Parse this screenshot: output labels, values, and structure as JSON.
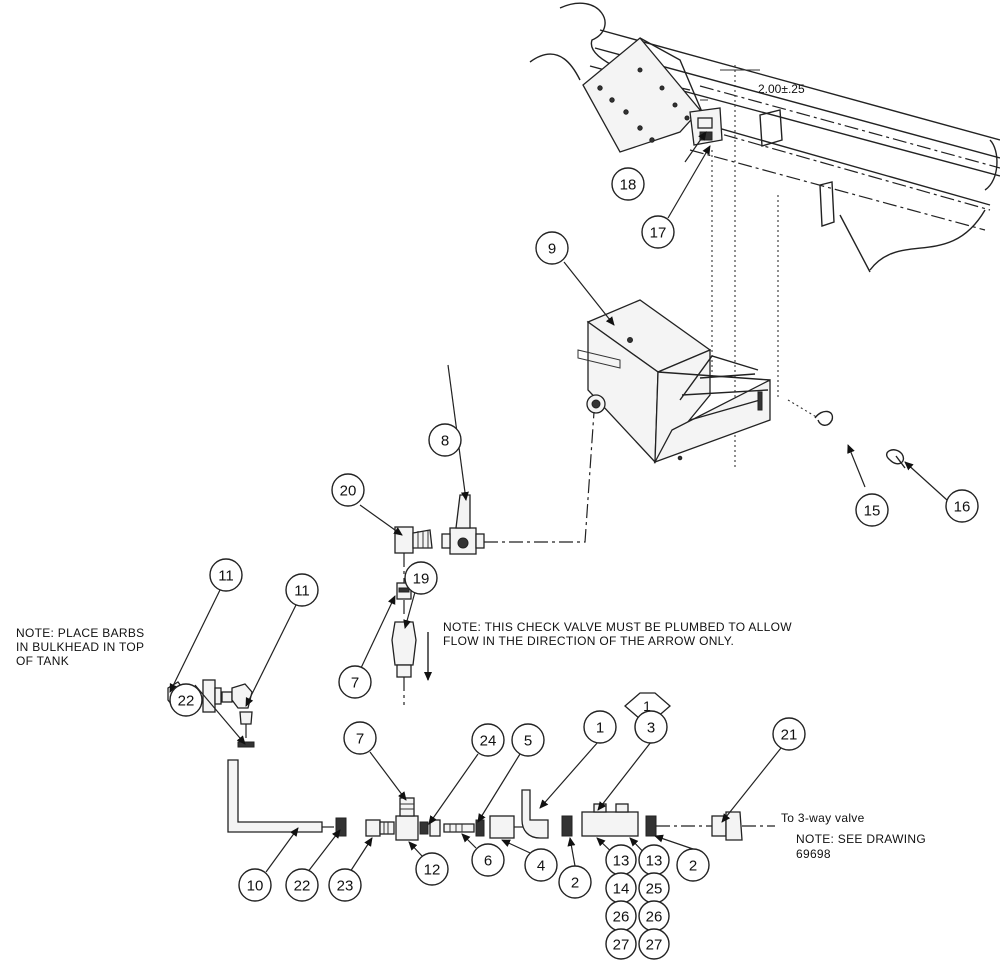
{
  "dimension_label": "2.00±.25",
  "notes": {
    "barbs": [
      "NOTE: PLACE BARBS",
      "IN BULKHEAD IN TOP",
      "OF TANK"
    ],
    "check_valve": [
      "NOTE: THIS CHECK VALVE MUST BE PLUMBED TO ALLOW",
      "FLOW IN THE DIRECTION OF THE ARROW ONLY."
    ],
    "destination": "To 3-way valve",
    "see_drawing": [
      "NOTE: SEE DRAWING",
      "69698"
    ]
  },
  "hex_tag": "1",
  "balloons": {
    "b18": "18",
    "b17": "17",
    "b9": "9",
    "b8": "8",
    "b20": "20",
    "b15": "15",
    "b16": "16",
    "b19": "19",
    "b7_upper": "7",
    "b11_left": "11",
    "b11_right": "11",
    "b22_left": "22",
    "b7_lower": "7",
    "b24": "24",
    "b5": "5",
    "b1": "1",
    "b3": "3",
    "b21": "21",
    "b10": "10",
    "b22_lower": "22",
    "b23": "23",
    "b12": "12",
    "b6": "6",
    "b4": "4",
    "b2_left": "2",
    "b2_right": "2",
    "stack_left": [
      "13",
      "14",
      "26",
      "27"
    ],
    "stack_right": [
      "13",
      "25",
      "26",
      "27"
    ]
  }
}
